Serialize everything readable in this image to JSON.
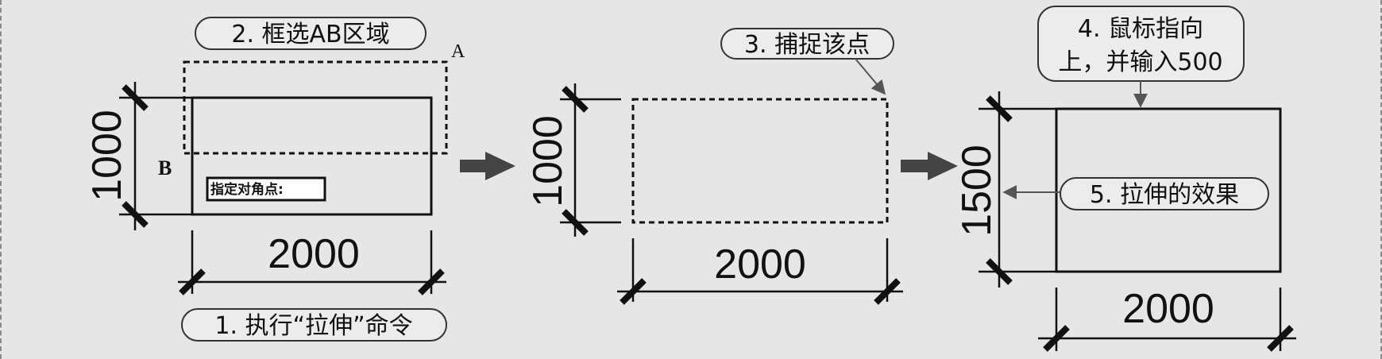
{
  "colors": {
    "background": "#e6e6e6",
    "ink": "#111111",
    "pill_fill": "#ececec"
  },
  "panel1": {
    "height_dim": "1000",
    "width_dim": "2000",
    "point_a": "A",
    "point_b": "B",
    "prompt": "指定对角点:",
    "step_select": "2. 框选AB区域",
    "step_execute": "1. 执行“拉伸”命令"
  },
  "panel2": {
    "height_dim": "1000",
    "width_dim": "2000",
    "step_snap": "3. 捕捉该点"
  },
  "panel3": {
    "height_dim": "1500",
    "width_dim": "2000",
    "step_mouse_line1": "4. 鼠标指向",
    "step_mouse_line2": "上，并输入500",
    "step_effect": "5. 拉伸的效果"
  },
  "icons": [
    "arrow-right-icon",
    "arrow-right-icon",
    "arrow-down-icon",
    "arrow-left-icon"
  ]
}
